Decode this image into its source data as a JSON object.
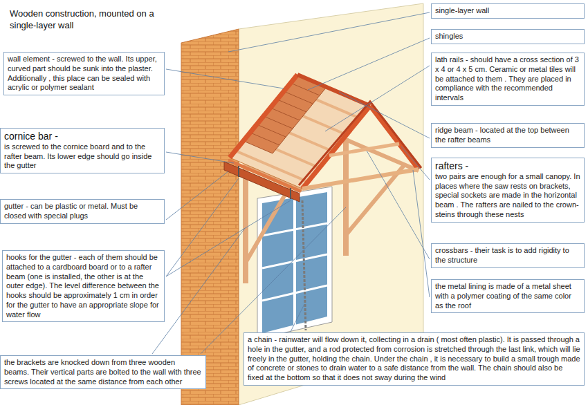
{
  "diagram": {
    "title": "Wooden construction, mounted on a single-layer wall",
    "nodes": [
      {
        "text": [
          "wall element - screwed to the wall. Its upper, curved part should be sunk into the plaster. Additionally , this place can be sealed with acrylic or polymer sealant"
        ]
      },
      {
        "text": [
          "cornice bar -",
          "is screwed to the cornice board and to the rafter beam. Its lower edge should go inside the gutter"
        ]
      },
      {
        "text": [
          "gutter - can be plastic or metal. Must be closed with special plugs"
        ]
      },
      {
        "text": [
          "hooks for the gutter - each of them should be attached to a cardboard board or to a rafter beam (one is installed, the other is at the outer edge). The level difference between the hooks should be approximately 1 cm in order for the gutter to have an appropriate slope for water flow"
        ]
      },
      {
        "text": [
          "the brackets are knocked down from three wooden beams. Their vertical parts are bolted to the wall with three screws located at the same distance from each other"
        ]
      },
      {
        "text": [
          "single-layer wall"
        ]
      },
      {
        "text": [
          "shingles"
        ]
      },
      {
        "text": [
          "lath rails - should have a cross section of 3 x 4 or 4 x 5 cm. Ceramic or metal tiles will be attached to them . They are placed in compliance with the recommended intervals"
        ]
      },
      {
        "text": [
          "ridge beam - located at the top between the rafter beams"
        ]
      },
      {
        "text": [
          "rafters -",
          "two pairs are enough for a small canopy. In places where the saw rests on brackets, special sockets are made in the horizontal beam . The rafters are nailed to the crown-steins through these nests"
        ]
      },
      {
        "text": [
          "crossbars - their task is to add rigidity to the structure"
        ]
      },
      {
        "text": [
          "the metal lining is made of a metal sheet with a polymer coating of the same color as the roof"
        ]
      },
      {
        "text": [
          "a chain - rainwater will flow down it, collecting in a drain ( most often plastic). It is passed through a hole in the gutter, and a rod protected from corrosion is stretched through the last link, which will lie freely in the gutter, holding the chain. Under the chain , it is necessary to build a small trough made of concrete or stones to drain water to a safe distance from the wall. The chain should also be fixed at the bottom so that it does not sway during the wind"
        ]
      }
    ]
  }
}
